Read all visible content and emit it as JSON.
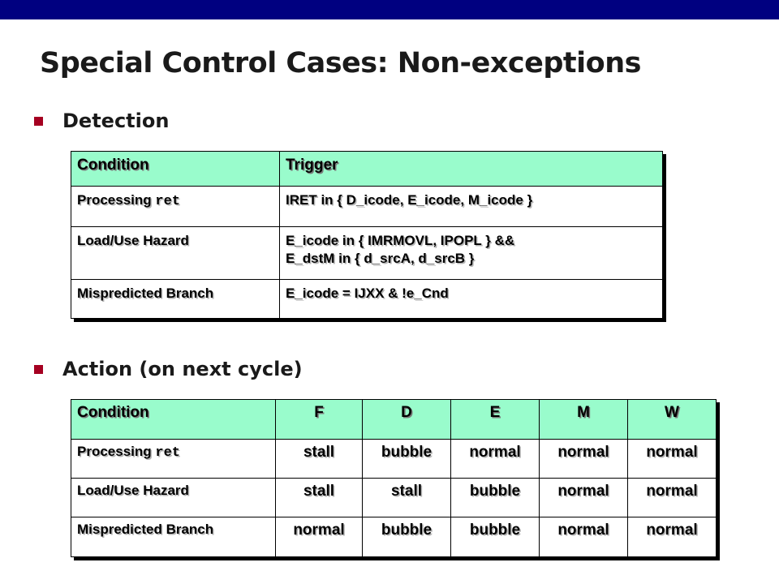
{
  "title": "Special Control Cases: Non-exceptions",
  "bullets": {
    "detection": "Detection",
    "action": "Action (on next cycle)"
  },
  "colors": {
    "header_fill": "#99fccc",
    "bullet": "#a50021",
    "stall": "#0000ff",
    "bubble": "#00b050",
    "normal": "#000000",
    "top_bar": "#000080"
  },
  "detection_table": {
    "headers": [
      "Condition",
      "Trigger"
    ],
    "rows": [
      {
        "condition": "Processing ",
        "condition_code": "ret",
        "trigger_1": "IRET in { D_icode, E_icode, M_icode }",
        "trigger_2": ""
      },
      {
        "condition": "Load/Use Hazard",
        "condition_code": "",
        "trigger_1": "E_icode in { IMRMOVL, IPOPL } &&",
        "trigger_2": "E_dstM in { d_srcA, d_srcB }"
      },
      {
        "condition": "Mispredicted Branch",
        "condition_code": "",
        "trigger_1": "E_icode = IJXX & !e_Cnd",
        "trigger_2": ""
      }
    ]
  },
  "action_table": {
    "headers": [
      "Condition",
      "F",
      "D",
      "E",
      "M",
      "W"
    ],
    "rows": [
      {
        "condition": "Processing ",
        "condition_code": "ret",
        "values": [
          "stall",
          "bubble",
          "normal",
          "normal",
          "normal"
        ]
      },
      {
        "condition": "Load/Use Hazard",
        "condition_code": "",
        "values": [
          "stall",
          "stall",
          "bubble",
          "normal",
          "normal"
        ]
      },
      {
        "condition": "Mispredicted Branch",
        "condition_code": "",
        "values": [
          "normal",
          "bubble",
          "bubble",
          "normal",
          "normal"
        ]
      }
    ]
  }
}
